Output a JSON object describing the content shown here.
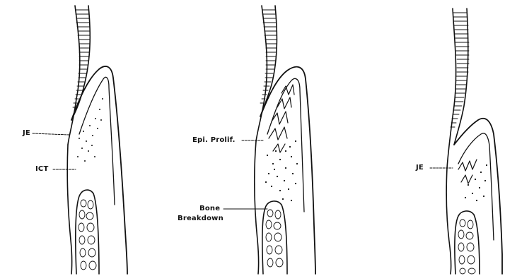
{
  "panels": [
    {
      "labels": [
        {
          "text": "JE"
        },
        {
          "text": "ICT"
        }
      ]
    },
    {
      "labels": [
        {
          "text": "Epi. Prolif."
        },
        {
          "text": "Bone"
        },
        {
          "text": "Breakdown"
        }
      ]
    },
    {
      "labels": [
        {
          "text": "JE"
        }
      ]
    }
  ]
}
